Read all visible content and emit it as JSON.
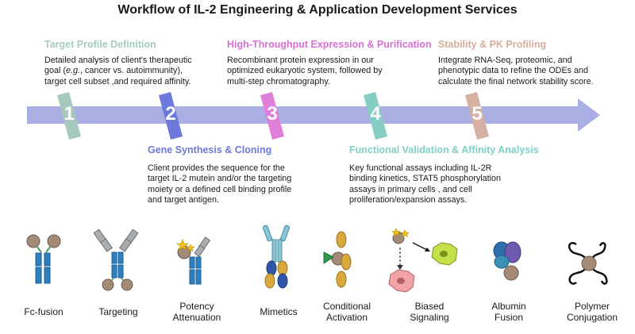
{
  "title": "Workflow of IL-2 Engineering & Application Development Services",
  "colors": {
    "arrow": "#a9aee3",
    "step1": "#a7c9bd",
    "step2": "#6d79db",
    "step3": "#e07fda",
    "step4": "#86cdc4",
    "step5": "#d6b0a2",
    "head1": "#a6ccbe",
    "head2": "#6d79db",
    "head3": "#d86fd6",
    "head4": "#7fcfc6",
    "head5": "#d6ad9c"
  },
  "steps": [
    {
      "number": "1",
      "heading": "Target Profile Definition",
      "lines": [
        "Detailed analysis of client's therapeutic",
        "goal (e.g., cancer vs. autoimmunity),",
        "target cell subset ,and required affinity."
      ]
    },
    {
      "number": "2",
      "heading": "Gene Synthesis & Cloning",
      "lines": [
        "Client provides the sequence for the",
        "target IL-2 mutein and/or the targeting",
        "moiety or a defined cell binding profile",
        "and target antigen."
      ]
    },
    {
      "number": "3",
      "heading": "High-Throughput Expression & Purification",
      "lines": [
        "Recombinant protein expression in our",
        "optimized eukaryotic system, followed by",
        "multi-step chromatography."
      ]
    },
    {
      "number": "4",
      "heading": "Functional Validation & Affinity Analysis",
      "lines": [
        "Key functional assays including IL-2R",
        "binding kinetics, STAT5 phosphorylation",
        "assays in primary cells , and cell",
        "proliferation/expansion assays."
      ]
    },
    {
      "number": "5",
      "heading": "Stability & PK Profiling",
      "lines": [
        "Integrate RNA-Seq, proteomic, and",
        "phenotypic data to refine the ODEs and",
        "calculate the final network stability score."
      ]
    }
  ],
  "strategies": [
    {
      "line1": "Fc-fusion",
      "line2": ""
    },
    {
      "line1": "Targeting",
      "line2": ""
    },
    {
      "line1": "Potency",
      "line2": "Attenuation"
    },
    {
      "line1": "Mimetics",
      "line2": ""
    },
    {
      "line1": "Conditional",
      "line2": "Activation"
    },
    {
      "line1": "Biased",
      "line2": "Signaling"
    },
    {
      "line1": "Albumin",
      "line2": "Fusion"
    },
    {
      "line1": "Polymer",
      "line2": "Conjugation"
    }
  ]
}
